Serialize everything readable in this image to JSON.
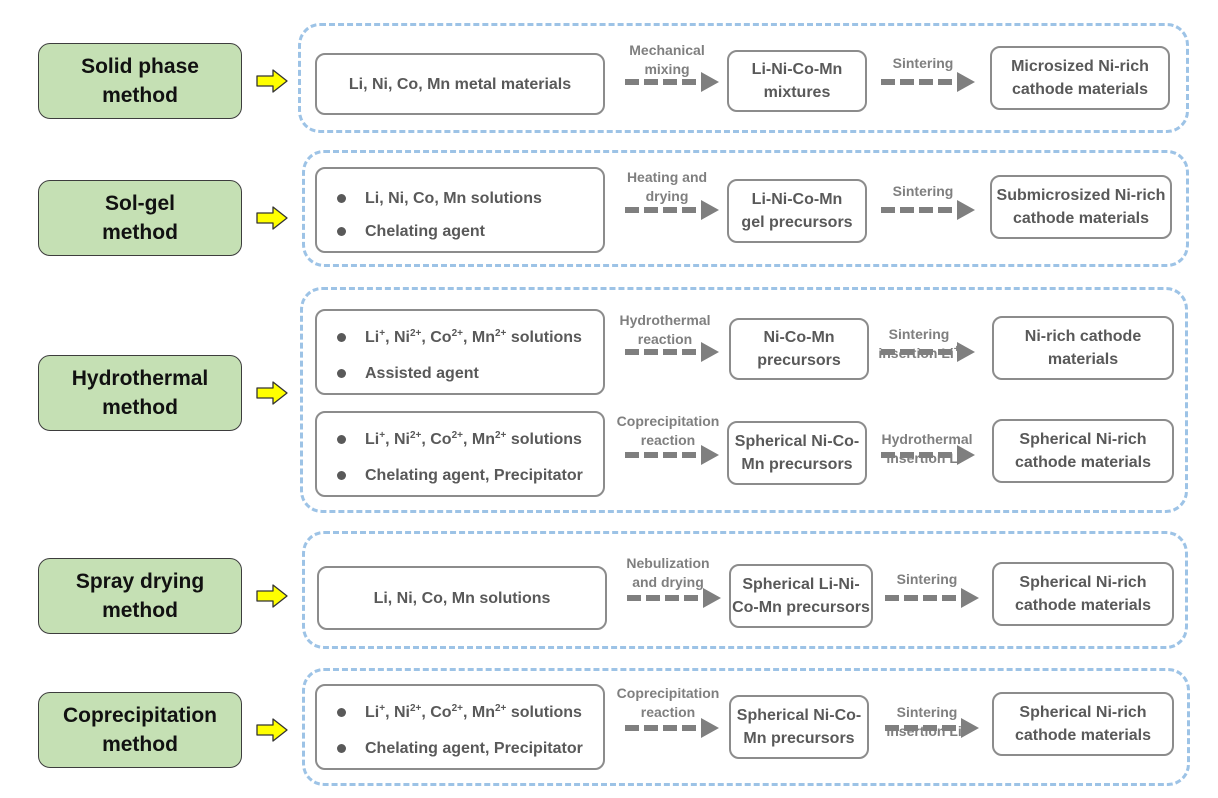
{
  "methods": [
    "Solid phase\nmethod",
    "Sol-gel\nmethod",
    "Hydrothermal\nmethod",
    "Spray drying\nmethod",
    "Coprecipitation\nmethod"
  ],
  "solid_phase": {
    "source": "Li, Ni, Co, Mn metal materials",
    "step1_label": "Mechanical\nmixing",
    "intermediate": "Li-Ni-Co-Mn\nmixtures",
    "step2_label": "Sintering",
    "product": "Microsized Ni-rich\ncathode materials"
  },
  "sol_gel": {
    "source_items": [
      "Li, Ni, Co, Mn solutions",
      "Chelating agent"
    ],
    "step1_label": "Heating and\ndrying",
    "intermediate": "Li-Ni-Co-Mn\ngel precursors",
    "step2_label": "Sintering",
    "product": "Submicrosized Ni-rich\ncathode materials"
  },
  "hydrothermal_a": {
    "source_item2": "Assisted agent",
    "step1_label": "Hydrothermal\nreaction",
    "intermediate": "Ni-Co-Mn\nprecursors",
    "step2_label": "Sintering\ninsertion Li",
    "product": "Ni-rich cathode\nmaterials"
  },
  "hydrothermal_b": {
    "source_item2": "Chelating agent, Precipitator",
    "step1_label": "Coprecipitation\nreaction",
    "intermediate": "Spherical Ni-Co-\nMn precursors",
    "step2_label": "Hydrothermal\ninsertion Li",
    "product": "Spherical Ni-rich\ncathode materials"
  },
  "spray_drying": {
    "source": "Li, Ni, Co, Mn solutions",
    "step1_label": "Nebulization\nand drying",
    "intermediate": "Spherical Li-Ni-\nCo-Mn precursors",
    "step2_label": "Sintering",
    "product": "Spherical Ni-rich\ncathode materials"
  },
  "coprecipitation": {
    "source_item2": "Chelating agent, Precipitator",
    "step1_label": "Coprecipitation\nreaction",
    "intermediate": "Spherical Ni-Co-\nMn precursors",
    "step2_label": "Sintering\ninsertion Li",
    "product": "Spherical Ni-rich\ncathode materials"
  },
  "ion_solution": {
    "li": "Li",
    "li_charge": "+",
    "ni": "Ni",
    "ni_charge": "2+",
    "co": "Co",
    "co_charge": "2+",
    "mn": "Mn",
    "mn_charge": "2+",
    "suffix": "solutions"
  },
  "li_ion_charge": "+",
  "colors": {
    "method_fill": "#c5e0b4",
    "panel_border": "#9dc3e6",
    "arrow_yellow": "#ffff00",
    "arrow_gray": "#7f7f7f",
    "text": "#595959"
  }
}
